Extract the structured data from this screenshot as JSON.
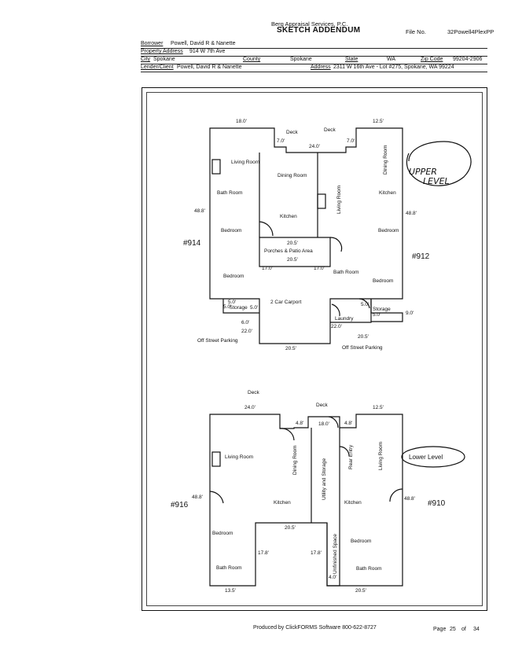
{
  "header": {
    "company": "Berg Appraisal Services, P.C.",
    "title": "SKETCH ADDENDUM",
    "file_label": "File No.",
    "file_no": "32Powell4PlexPP"
  },
  "form": {
    "borrower_label": "Borrower",
    "borrower": "Powell, David R & Nanette",
    "property_label": "Property Address",
    "property": "914 W 7th Ave",
    "city_label": "City",
    "city": "Spokane",
    "county_label": "County",
    "county": "Spokane",
    "state_label": "State",
    "state": "WA",
    "zip_label": "Zip Code",
    "zip": "99204-2906",
    "lender_label": "Lender/Client",
    "lender": "Powell, David R & Nanette",
    "address_label": "Address",
    "address": "2311 W 16th Ave - Lot #275, Spokane, WA 99224"
  },
  "upper": {
    "handwritten_1": "UPPER",
    "handwritten_2": "LEVEL",
    "unit_left": "#914",
    "unit_right": "#912",
    "dims": {
      "top_left": "18.0'",
      "top_right": "12.5'",
      "deck_gap": "24.0'",
      "deck_left": "7.0'",
      "deck_right": "7.0'",
      "side_left": "48.8'",
      "side_right": "48.8'",
      "porch_top": "20.5'",
      "porch_mid": "20.5'",
      "porch_l": "17.0'",
      "porch_r": "17.0'",
      "storage_l1": "5.0'",
      "storage_l2": "5.0'",
      "storage_l3": "5.0'",
      "storage_r1": "5.0'",
      "storage_r2": "5.0'",
      "carport_l": "6.0'",
      "carport_22": "22.0'",
      "bottom": "20.5'",
      "laundry_22": "22.0'",
      "right_20": "20.5'",
      "right_9": "9.0'"
    },
    "rooms": {
      "deck1": "Deck",
      "deck2": "Deck",
      "living_l": "Living Room",
      "dining_l": "Dining Room",
      "bath_l": "Bath Room",
      "kitchen_l": "Kitchen",
      "bed_l1": "Bedroom",
      "bed_l2": "Bedroom",
      "porch": "Porches & Patio Area",
      "carport": "2 Car Carport",
      "storage_l": "Storage",
      "storage_r": "Storage",
      "laundry": "Laundry",
      "living_r": "Living Room",
      "dining_r": "Dining Room",
      "kitchen_r": "Kitchen",
      "bed_r1": "Bedroom",
      "bed_r2": "Bedroom",
      "bath_r": "Bath Room",
      "parking_l": "Off Street Parking",
      "parking_r": "Off Street Parking"
    }
  },
  "lower": {
    "label": "Lower Level",
    "unit_left": "#916",
    "unit_right": "#910",
    "dims": {
      "top_24": "24.0'",
      "top_12": "12.5'",
      "d48a": "4.8'",
      "d18": "18.0'",
      "d48b": "4.8'",
      "side_l": "48.8'",
      "side_r": "48.8'",
      "mid_20": "20.5'",
      "d178a": "17.8'",
      "d178b": "17.8'",
      "d40": "4.0'",
      "bottom_l": "13.5'",
      "bottom_r": "20.5'"
    },
    "rooms": {
      "deck1": "Deck",
      "deck2": "Deck",
      "living_l": "Living Room",
      "dining_l": "Dining Room",
      "utility": "Utility and Storage",
      "rear_entry": "Rear Entry",
      "living_r": "Living Room",
      "kitchen_l": "Kitchen",
      "kitchen_r": "Kitchen",
      "bed_l": "Bedroom",
      "bed_r": "Bedroom",
      "bath_l": "Bath Room",
      "bath_r": "Bath Room",
      "unfinished": "Unfinished Space"
    }
  },
  "footer": {
    "produced": "Produced by ClickFORMS Software 800-622-8727",
    "page_label": "Page",
    "page": "25",
    "of_label": "of",
    "total": "34"
  }
}
